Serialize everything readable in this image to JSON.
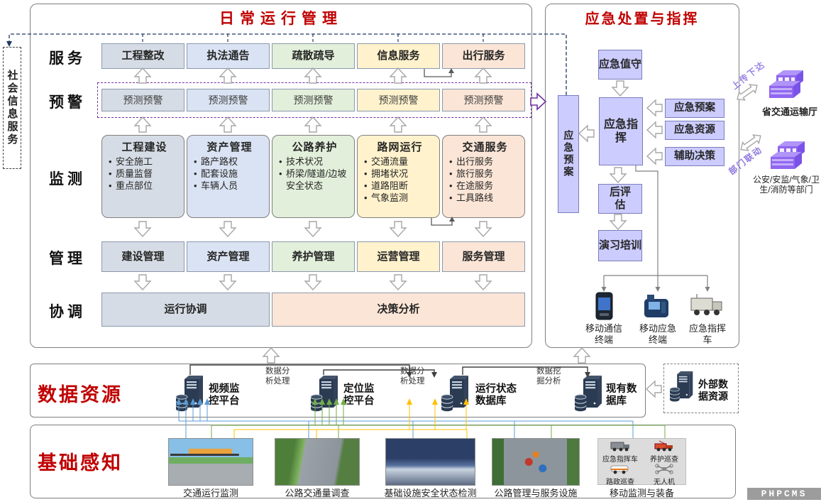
{
  "left_panel": {
    "title": "日常运行管理",
    "service": {
      "label": "服务",
      "items": [
        "工程整改",
        "执法通告",
        "疏散疏导",
        "信息服务",
        "出行服务"
      ]
    },
    "warning": {
      "label": "预警",
      "items": [
        "预测预警",
        "预测预警",
        "预测预警",
        "预测预警",
        "预测预警"
      ]
    },
    "monitor": {
      "label": "监测",
      "cards": [
        {
          "title": "工程建设",
          "b0": "安全施工",
          "b1": "质量监督",
          "b2": "重点部位"
        },
        {
          "title": "资产管理",
          "b0": "路产路权",
          "b1": "配套设施",
          "b2": "车辆人员"
        },
        {
          "title": "公路养护",
          "b0": "技术状况",
          "b1": "桥梁/隧道/边坡安全状态"
        },
        {
          "title": "路网运行",
          "b0": "交通流量",
          "b1": "拥堵状况",
          "b2": "道路阻断",
          "b3": "气象监测"
        },
        {
          "title": "交通服务",
          "b0": "出行服务",
          "b1": "旅行服务",
          "b2": "在途服务",
          "b3": "工具路线"
        }
      ]
    },
    "manage": {
      "label": "管理",
      "items": [
        "建设管理",
        "资产管理",
        "养护管理",
        "运营管理",
        "服务管理"
      ]
    },
    "coordinate": {
      "label": "协调",
      "run": "运行协调",
      "decision": "决策分析"
    }
  },
  "social": {
    "label": "社会信息服务"
  },
  "right_panel": {
    "title": "应急处置与指挥",
    "duty": "应急值守",
    "command": "应急指挥",
    "plan_vertical": "应急预案",
    "plan": "应急预案",
    "resource": "应急资源",
    "decision": "辅助决策",
    "post_eval": "后评估",
    "drill": "演习培训",
    "device1": "移动通信终端",
    "device2": "移动应急终端",
    "device3": "应急指挥车"
  },
  "external_links": {
    "up_down": "上传下达",
    "provincial": "省交通运输厅",
    "dept_link": "部门联动",
    "departments": "公安/安监/气象/卫生/消防等部门"
  },
  "data_layer": {
    "title": "数据资源",
    "node1": "视频监控平台",
    "node2": "定位监控平台",
    "node3": "运行状态数据库",
    "node4": "现有数据库",
    "proc1": "数据分析处理",
    "proc2": "数据分析处理",
    "proc3": "数据挖掘分析",
    "external": "外部数据资源"
  },
  "sensing": {
    "title": "基础感知",
    "cap1": "交通运行监测",
    "cap2": "公路交通量调查",
    "cap3": "基础设施安全状态检测",
    "cap4": "公路管理与服务设施",
    "cap5": "移动监测与装备",
    "eq1": "应急指挥车",
    "eq2": "养护巡查",
    "eq3": "路政巡查",
    "eq4": "无人机"
  },
  "watermark": "PHPCMS",
  "colors": {
    "title_red": "#c00000",
    "column_gray": "#d6dce5",
    "column_blue": "#dae3f3",
    "column_green": "#e2efda",
    "column_yellow": "#fff2cc",
    "column_orange": "#fbe5d6",
    "emergency_purple": "#ccccff",
    "warning_dash_purple": "#7030a0",
    "link_dash_navy": "#1f3864",
    "building_purple": "#9066f0",
    "flow_blue": "#5b9bd5",
    "flow_green": "#70ad47",
    "flow_yellow": "#ffc000"
  }
}
